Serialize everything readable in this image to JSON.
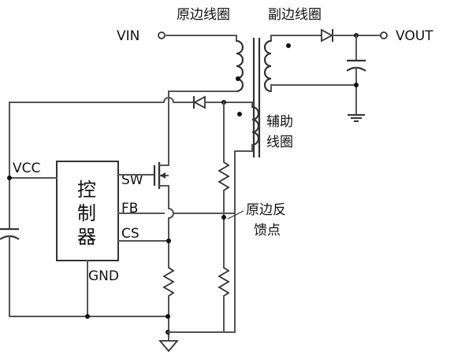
{
  "terminals": {
    "vin": "VIN",
    "vout": "VOUT",
    "vcc": "VCC",
    "gnd": "GND"
  },
  "windings": {
    "primary": "原边线圈",
    "secondary": "副边线圈",
    "auxiliary_line1": "辅助",
    "auxiliary_line2": "线圈"
  },
  "controller": {
    "char1": "控",
    "char2": "制",
    "char3": "器",
    "pin_sw": "SW",
    "pin_fb": "FB",
    "pin_cs": "CS"
  },
  "feedback_point": {
    "line1": "原边反",
    "line2": "馈点"
  },
  "colors": {
    "wire": "#555555",
    "text": "#111111"
  }
}
